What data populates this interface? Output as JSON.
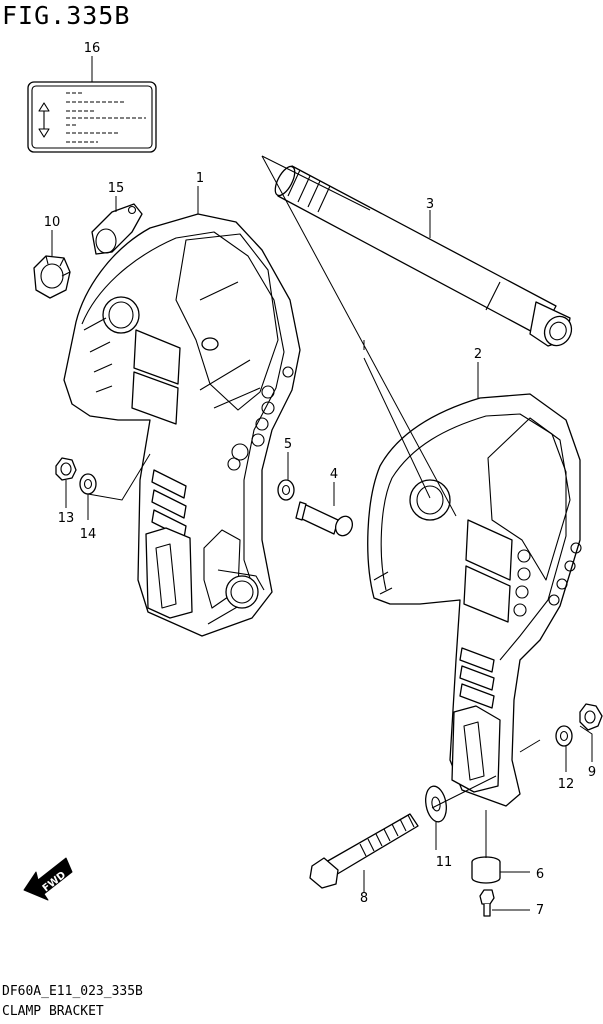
{
  "figure": "FIG.335B",
  "footer": {
    "code": "DF60A_E11_023_335B",
    "name": "CLAMP BRACKET"
  },
  "fwd_label": "FWD",
  "callouts": [
    "1",
    "2",
    "3",
    "4",
    "5",
    "6",
    "7",
    "8",
    "9",
    "10",
    "11",
    "12",
    "13",
    "14",
    "15",
    "16"
  ]
}
